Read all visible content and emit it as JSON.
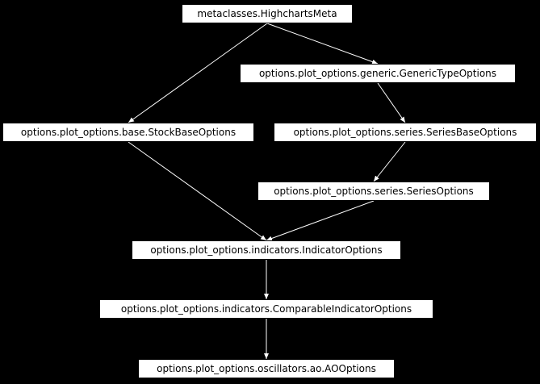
{
  "diagram": {
    "kind": "class-inheritance-diagram",
    "colors": {
      "background": "#000000",
      "node_fill": "#ffffff",
      "node_border": "#000000",
      "node_text": "#000000",
      "edge": "#ffffff"
    },
    "nodes": [
      {
        "label": "metaclasses.HighchartsMeta"
      },
      {
        "label": "options.plot_options.generic.GenericTypeOptions"
      },
      {
        "label": "options.plot_options.base.StockBaseOptions"
      },
      {
        "label": "options.plot_options.series.SeriesBaseOptions"
      },
      {
        "label": "options.plot_options.series.SeriesOptions"
      },
      {
        "label": "options.plot_options.indicators.IndicatorOptions"
      },
      {
        "label": "options.plot_options.indicators.ComparableIndicatorOptions"
      },
      {
        "label": "options.plot_options.oscillators.ao.AOOptions"
      }
    ],
    "edges": [
      {
        "from": 0,
        "to": 1
      },
      {
        "from": 0,
        "to": 2
      },
      {
        "from": 1,
        "to": 3
      },
      {
        "from": 3,
        "to": 4
      },
      {
        "from": 4,
        "to": 5
      },
      {
        "from": 2,
        "to": 5
      },
      {
        "from": 5,
        "to": 6
      },
      {
        "from": 6,
        "to": 7
      }
    ]
  }
}
